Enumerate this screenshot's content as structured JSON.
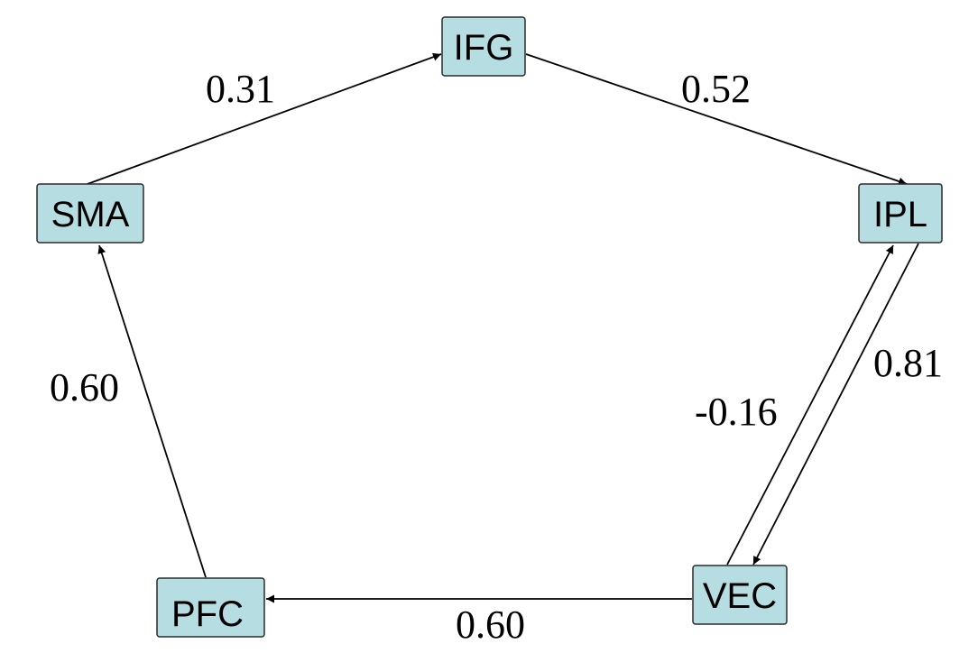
{
  "nodes": {
    "ifg": "IFG",
    "sma": "SMA",
    "ipl": "IPL",
    "vec": "VEC",
    "pfc": "PFC"
  },
  "edges": {
    "sma_to_ifg": "0.31",
    "ifg_to_ipl": "0.52",
    "ipl_to_vec": "0.81",
    "vec_to_ipl": "-0.16",
    "vec_to_pfc": "0.60",
    "pfc_to_sma": "0.60"
  },
  "colors": {
    "node_fill": "#b6dde1",
    "node_border": "#2a2a2a",
    "edge": "#000000"
  }
}
